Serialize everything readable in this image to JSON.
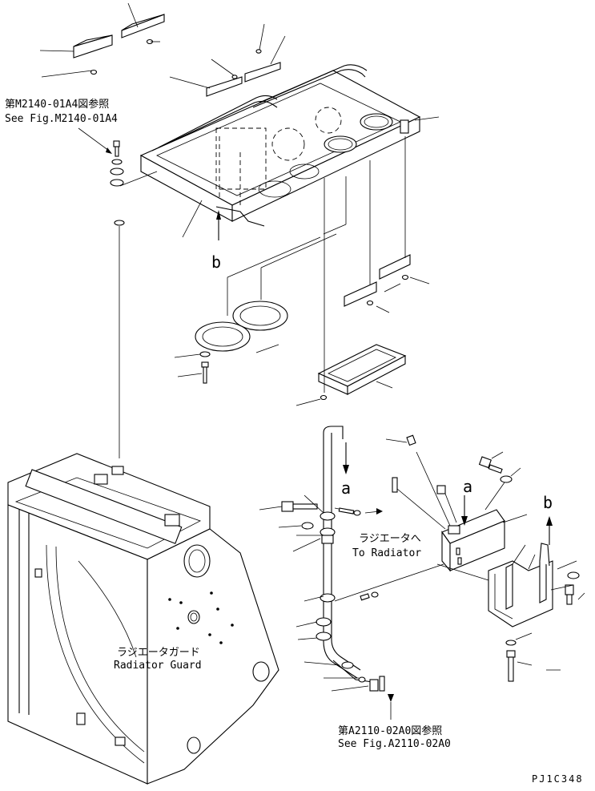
{
  "references": {
    "top": {
      "line_jp": "第M2140-01A4図参照",
      "line_en": "See Fig.M2140-01A4"
    },
    "bottom": {
      "line_jp": "第A2110-02A0図参照",
      "line_en": "See Fig.A2110-02A0"
    }
  },
  "labels": {
    "to_radiator_jp": "ラジエータへ",
    "to_radiator_en": "To Radiator",
    "guard_jp": "ラジエータガード",
    "guard_en": "Radiator Guard",
    "view_a": "a",
    "view_b": "b"
  },
  "drawing_code": "PJ1C348"
}
